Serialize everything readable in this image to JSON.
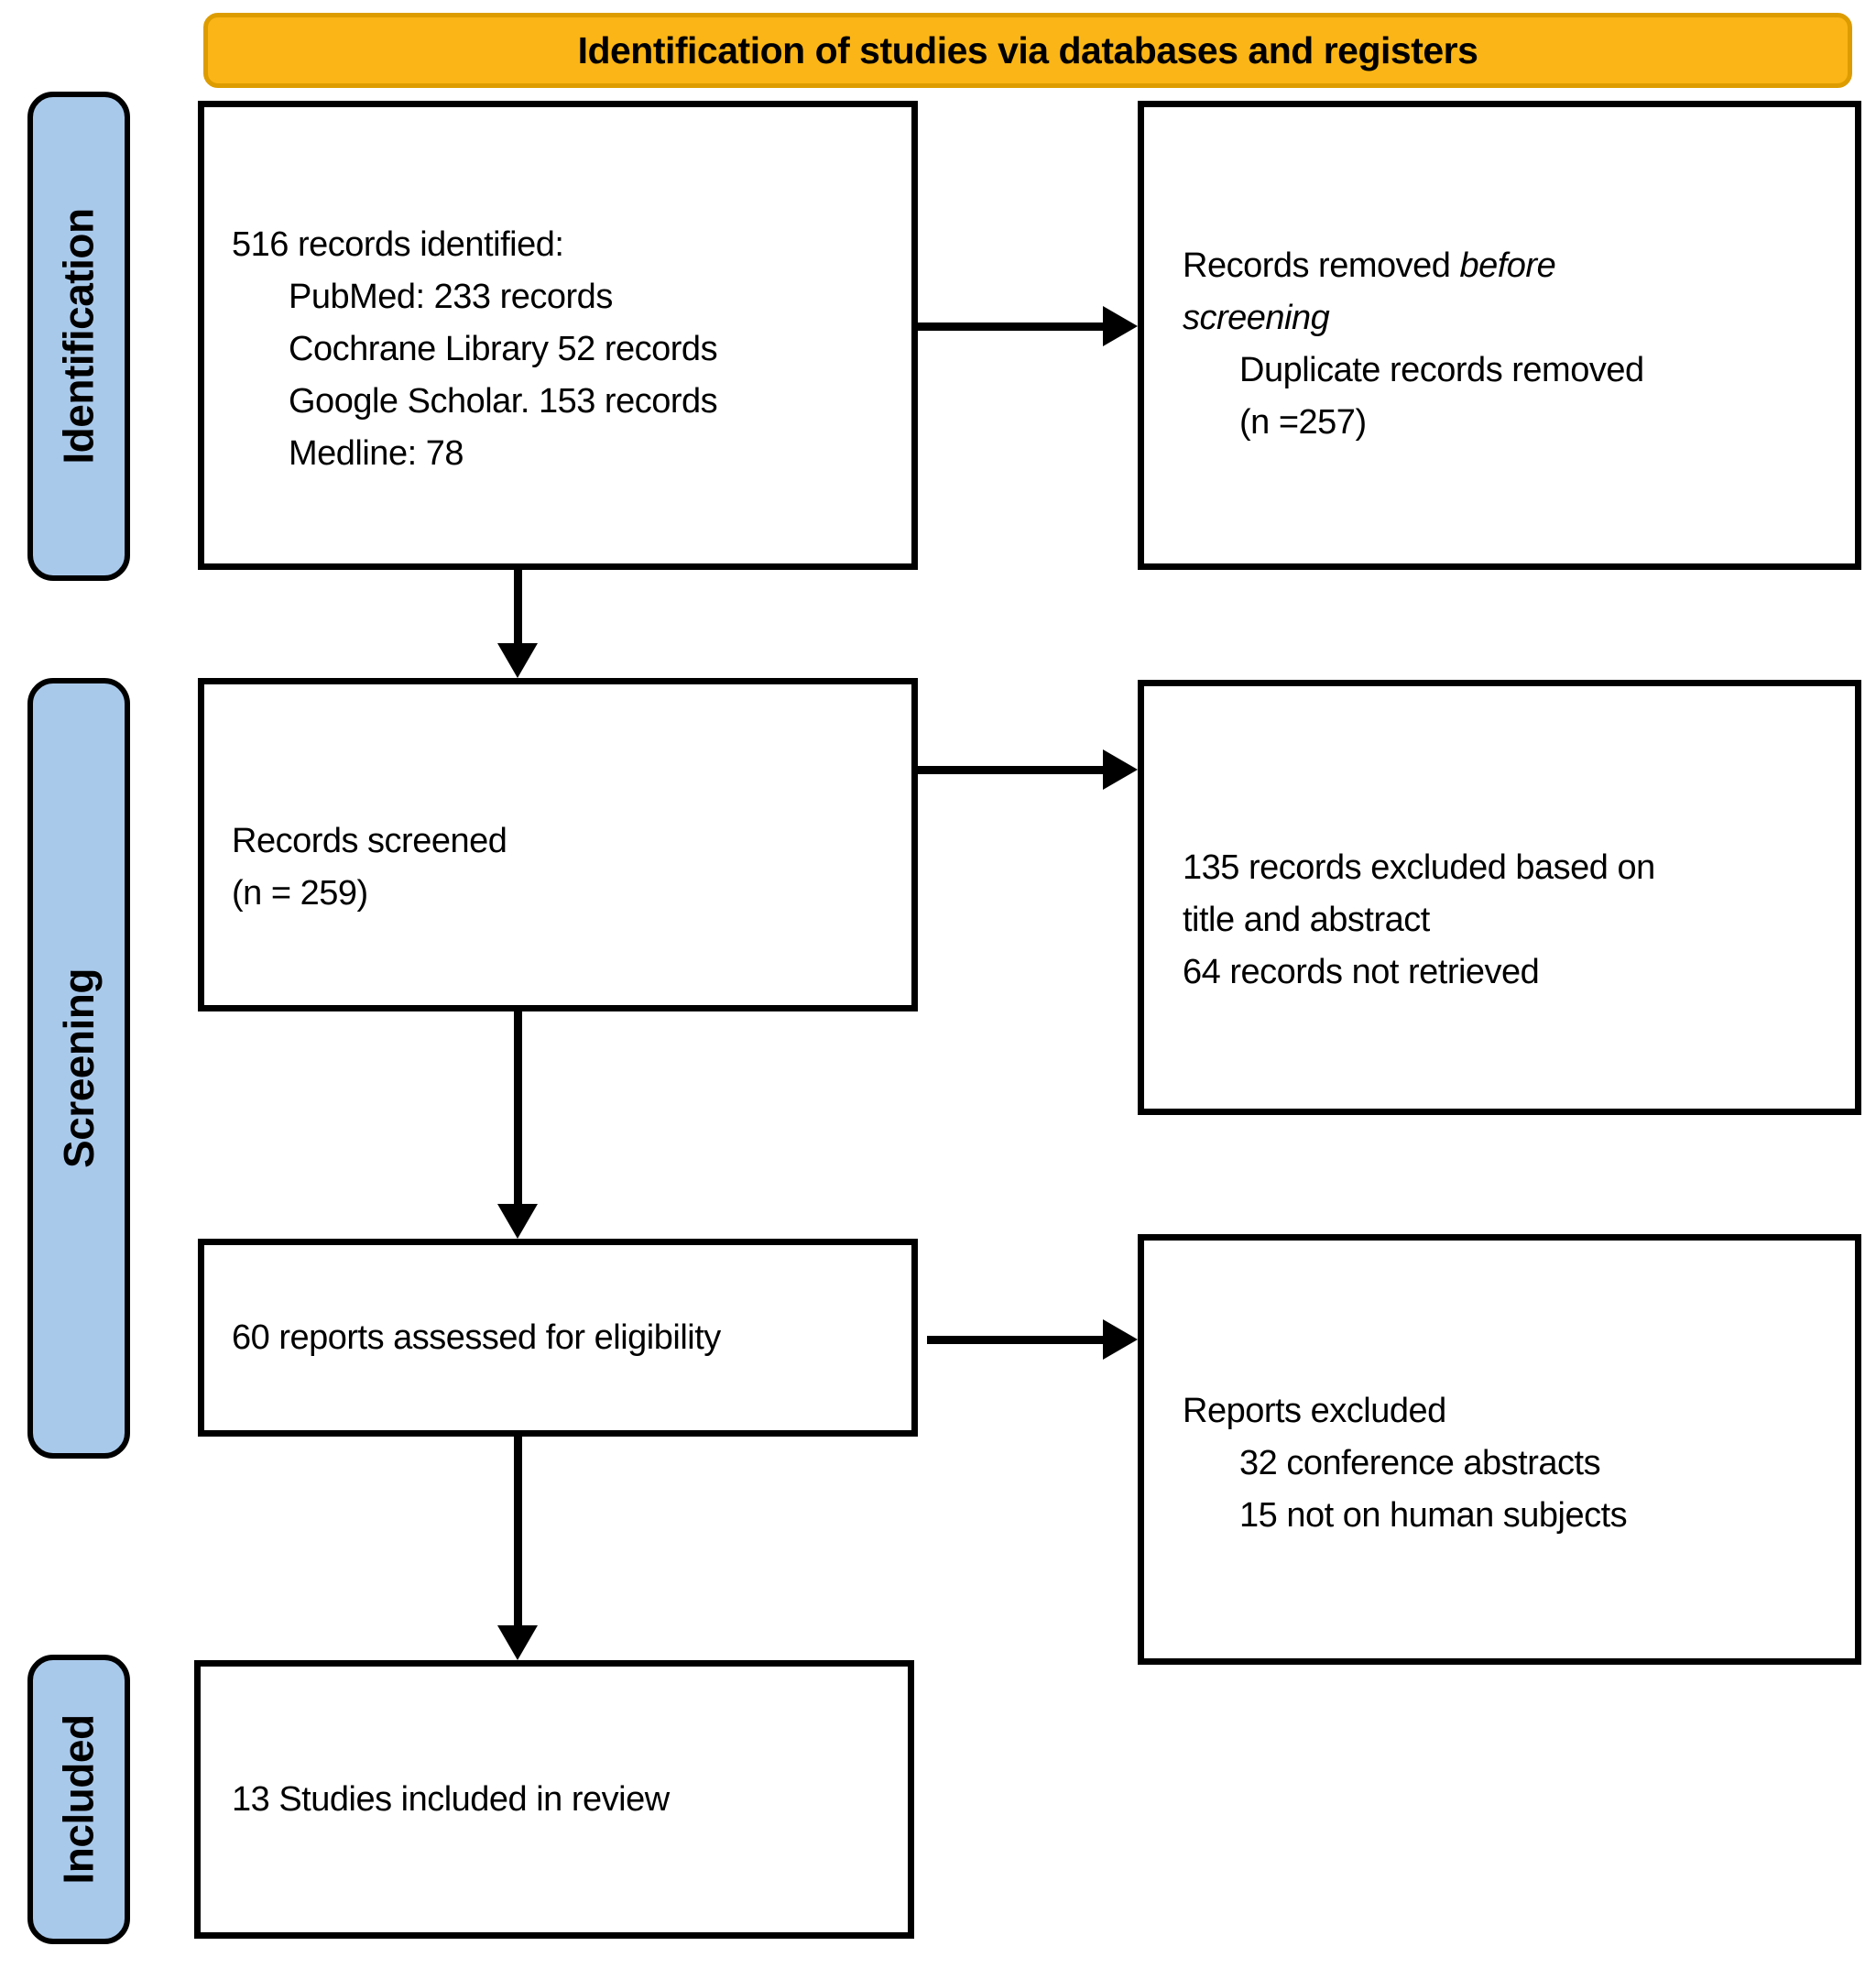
{
  "title": "Identification of studies via databases and registers",
  "stages": {
    "identification": "Identification",
    "screening": "Screening",
    "included": "Included"
  },
  "boxes": {
    "records_identified": {
      "line1": "516 records identified:",
      "sub1": "PubMed: 233 records",
      "sub2": "Cochrane Library 52 records",
      "sub3": "Google Scholar. 153 records",
      "sub4": "Medline: 78"
    },
    "records_removed": {
      "lead": "Records removed ",
      "lead_italic": "before screening",
      "sub1": "Duplicate records removed",
      "sub2": "(n =257)"
    },
    "records_screened": {
      "line1": "Records screened",
      "line2": "(n = 259)"
    },
    "records_excluded_screening": {
      "line1": "135 records excluded based on title and abstract",
      "line2": "64 records not retrieved"
    },
    "reports_assessed": {
      "line1": "60 reports assessed for eligibility"
    },
    "reports_excluded": {
      "line1": "Reports excluded",
      "sub1": "32 conference abstracts",
      "sub2": "15 not on human subjects"
    },
    "studies_included": {
      "line1": "13 Studies included in review"
    }
  },
  "colors": {
    "banner_fill": "#FBB516",
    "banner_border": "#DD9C00",
    "stage_fill": "#A9C9EB",
    "line_color": "#000000"
  }
}
